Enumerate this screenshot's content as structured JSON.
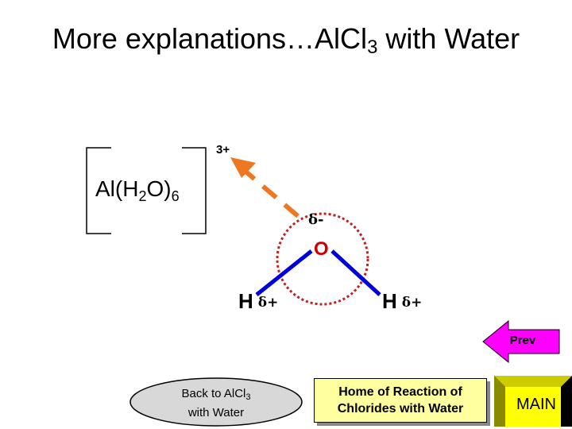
{
  "title": {
    "text": "More explanations…AlCl",
    "sub": "3",
    "suffix": " with Water"
  },
  "diagram": {
    "complex": {
      "prefix": "Al(H",
      "sub1": "2",
      "mid": "O)",
      "sub2": "6"
    },
    "charge": "3+",
    "oxygen": "O",
    "delta_minus": "δ-",
    "hydrogen_left": "H",
    "hydrogen_right": "H",
    "delta_plus": "δ+"
  },
  "colors": {
    "arrow": "#ee7722",
    "bond": "#0000dd",
    "oxygen_circle": "#bb2222",
    "prev_arrow": "#ff00ff",
    "main_button": "#ffff00",
    "home_button": "#ffffa0"
  },
  "nav": {
    "prev_label": "Prev",
    "back": {
      "line1_prefix": "Back to AlCl",
      "line1_sub": "3",
      "line2": "with Water"
    },
    "home": {
      "line1": "Home of Reaction of",
      "line2": "Chlorides with Water"
    },
    "main_label": "MAIN"
  }
}
